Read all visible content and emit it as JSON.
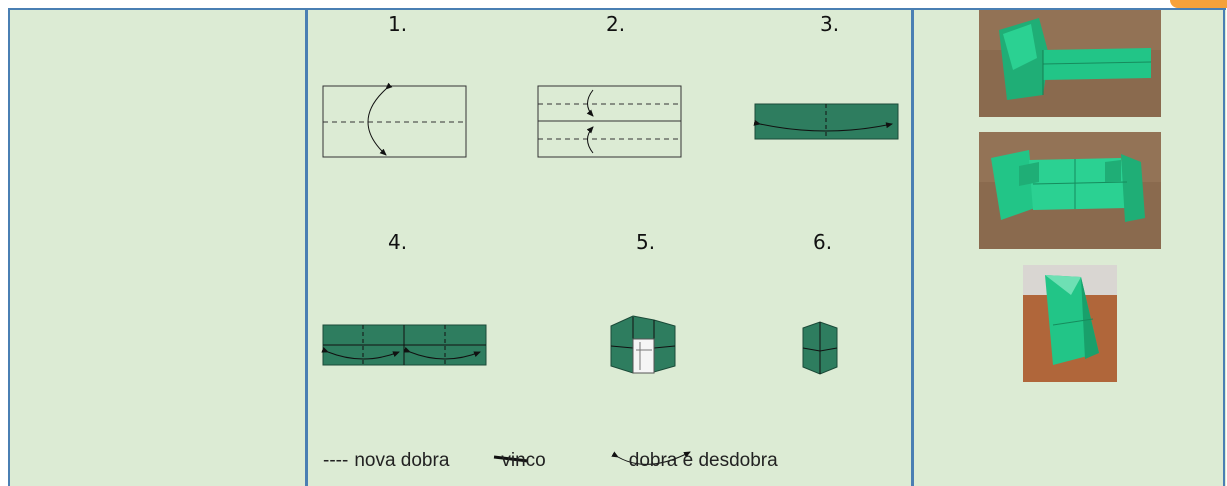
{
  "steps": {
    "s1": "1.",
    "s2": "2.",
    "s3": "3.",
    "s4": "4.",
    "s5": "5.",
    "s6": "6."
  },
  "legend": {
    "dashes": "----",
    "new_fold": "nova dobra",
    "crease": "vinco",
    "fold_unfold": "dobra e desdobra"
  },
  "photos": [
    {
      "name": "photo-model-partial"
    },
    {
      "name": "photo-model-unfolded"
    },
    {
      "name": "photo-triangle-box"
    }
  ],
  "colors": {
    "background": "#dcebd4",
    "grid": "#4a7fb3",
    "paper_green": "#2e7d5f",
    "photo_green": "#22c587",
    "tab": "#f6a13a"
  }
}
